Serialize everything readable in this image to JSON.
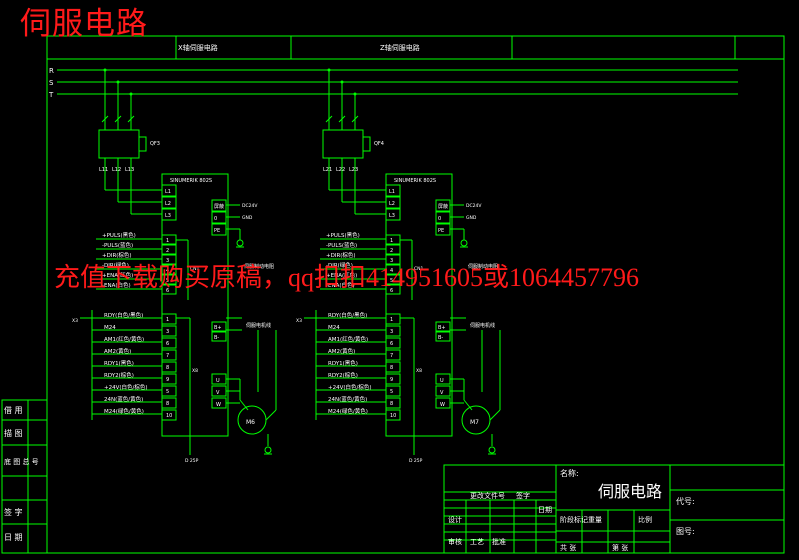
{
  "overlay": {
    "title": "伺服电路",
    "ad_text": "充值下载购买原稿，qq扣扣414951605或1064457796"
  },
  "header": {
    "cell_x_axis": "X轴伺服电路",
    "cell_z_axis": "Z轴伺服电路"
  },
  "power_lines": [
    "R",
    "S",
    "T"
  ],
  "drives": [
    {
      "id": "x",
      "breaker_label": "QF3",
      "breaker_terminals": [
        "L11",
        "L12",
        "L13"
      ],
      "drive_title": "SINUMERIK 802S",
      "power_in": [
        "L1",
        "L2",
        "L3"
      ],
      "protect": [
        "屏蔽",
        "0",
        "PE"
      ],
      "protect_tags": [
        "DC24V",
        "GND"
      ],
      "cmd_signals": [
        "+PULS(黑色)",
        "-PULS(蓝色)",
        "+DIR(棕色)",
        "-DIR(绿色)",
        "+ENA(红色)",
        "-ENA(白色)"
      ],
      "cmd_pins": [
        "1",
        "2",
        "3",
        "4",
        "5",
        "6"
      ],
      "enc_signals": [
        "RDY(白色/黑色)",
        "M24",
        "AM1(红色/黄色)",
        "AM2(黄色)",
        "RDY1(黑色)",
        "RDY2(棕色)",
        "+24V(白色/棕色)",
        "24N(蓝色/黄色)",
        "M24(绿色/黄色)"
      ],
      "enc_pins": [
        "1",
        "3",
        "6",
        "7",
        "8",
        "9",
        "5",
        "8",
        "10"
      ],
      "brake_label": "伺服制动电阻",
      "motor_line_label": "伺服电机线",
      "motor_terminals": [
        "U",
        "V",
        "W"
      ],
      "motor_name": "M6",
      "cable_tag": "D 25P"
    },
    {
      "id": "z",
      "breaker_label": "QF4",
      "breaker_terminals": [
        "L21",
        "L22",
        "L23"
      ],
      "drive_title": "SINUMERIK 802S",
      "power_in": [
        "L1",
        "L2",
        "L3"
      ],
      "protect": [
        "屏蔽",
        "0",
        "PE"
      ],
      "protect_tags": [
        "DC24V",
        "GND"
      ],
      "cmd_signals": [
        "+PULS(黑色)",
        "-PULS(蓝色)",
        "+DIR(棕色)",
        "-DIR(绿色)",
        "+ENA(红色)",
        "-ENA(白色)"
      ],
      "cmd_pins": [
        "1",
        "2",
        "3",
        "4",
        "5",
        "6"
      ],
      "enc_signals": [
        "RDY(白色/黑色)",
        "M24",
        "AM1(红色/黄色)",
        "AM2(黄色)",
        "RDY1(黑色)",
        "RDY2(棕色)",
        "+24V(白色/棕色)",
        "24N(蓝色/黄色)",
        "M24(绿色/黄色)"
      ],
      "enc_pins": [
        "1",
        "3",
        "6",
        "7",
        "8",
        "9",
        "5",
        "8",
        "10"
      ],
      "brake_label": "伺服制动电阻",
      "motor_line_label": "伺服电机线",
      "motor_terminals": [
        "U",
        "V",
        "W"
      ],
      "motor_name": "M7",
      "cable_tag": "D 25P"
    }
  ],
  "left_tab": [
    "借 用",
    "描 图",
    "底 图 总 号",
    "签 字",
    "日 期"
  ],
  "title_block": {
    "drawing_name": "伺服电路",
    "name_label": "名称:",
    "code_label": "代号:",
    "part_label": "图号:",
    "grid_labels": [
      "更改文件号",
      "签字",
      "日期",
      "设计",
      "审核",
      "工艺",
      "批准",
      "阶段标记",
      "重量",
      "比例",
      "共 张",
      "第 张"
    ]
  }
}
